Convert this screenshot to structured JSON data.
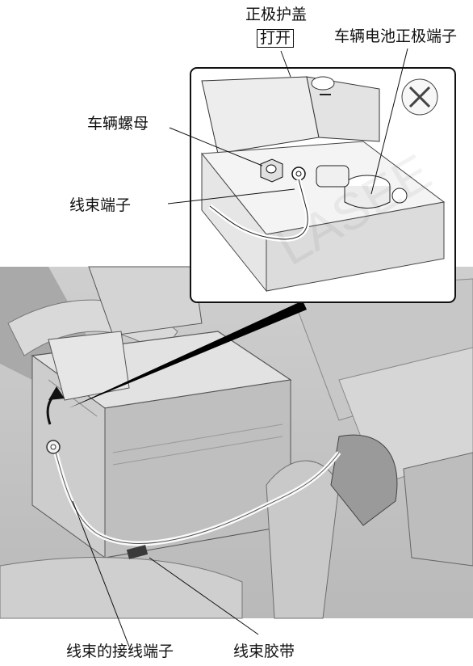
{
  "labels": {
    "positive_cover": "正极护盖",
    "open": "打开",
    "vehicle_battery_positive_terminal": "车辆电池正极端子",
    "vehicle_nut": "车辆螺母",
    "harness_terminal": "线束端子",
    "harness_connection_terminal": "线束的接线端子",
    "harness_tape": "线束胶带"
  },
  "watermark": "LASEE"
}
